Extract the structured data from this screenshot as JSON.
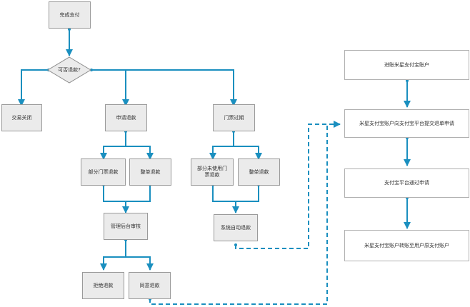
{
  "diagram": {
    "nodes": {
      "complete_payment": "完成支付",
      "refundable_question": "可否退款?",
      "close_transaction": "交易关闭",
      "apply_refund": "申请退款",
      "ticket_expired": "门票过期",
      "partial_ticket_refund": "部分门票退款",
      "full_refund": "整单退款",
      "partial_unused_refund": "部分未使用门票退款",
      "full_refund_expired": "整单退款",
      "admin_review": "管理后台审核",
      "system_auto_refund": "系统自动退款",
      "reject_refund": "拒绝退款",
      "approve_refund": "同意退款",
      "credit_mixing_alipay": "进账米星支付宝账户",
      "submit_refund_request": "米星支付宝账户向支付宝平台提交退单申请",
      "alipay_approve": "支付宝平台通过申请",
      "transfer_to_user": "米星支付宝账户转账至用户原支付账户"
    },
    "colors": {
      "connector": "#1a8fbf",
      "node_fill_gray": "#ebebeb",
      "node_border": "#9a9a9a"
    }
  }
}
